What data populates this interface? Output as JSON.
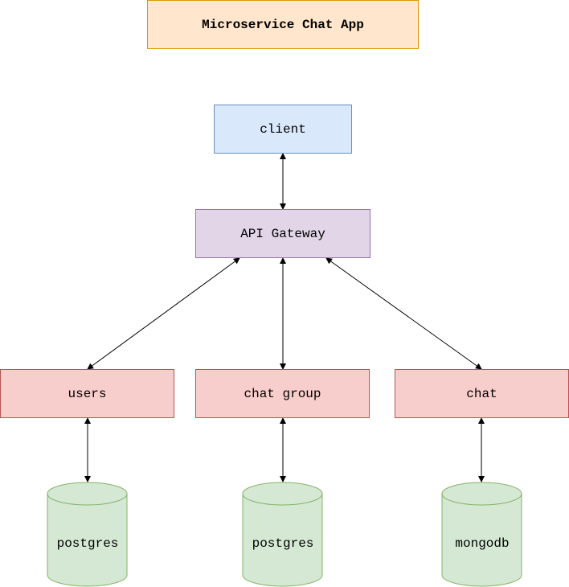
{
  "title": "Microservice Chat App",
  "nodes": {
    "client": "client",
    "gateway": "API Gateway",
    "users": "users",
    "chat_group": "chat group",
    "chat": "chat"
  },
  "databases": {
    "users_db": "postgres",
    "chat_group_db": "postgres",
    "chat_db": "mongodb"
  },
  "colors": {
    "title_fill": "#ffe6cc",
    "title_stroke": "#d79b00",
    "client_fill": "#dae8fc",
    "client_stroke": "#6c8ebf",
    "gateway_fill": "#e1d5e7",
    "gateway_stroke": "#9673a6",
    "service_fill": "#f8cecc",
    "service_stroke": "#b85450",
    "db_fill": "#d5e8d4",
    "db_stroke": "#82b366"
  }
}
